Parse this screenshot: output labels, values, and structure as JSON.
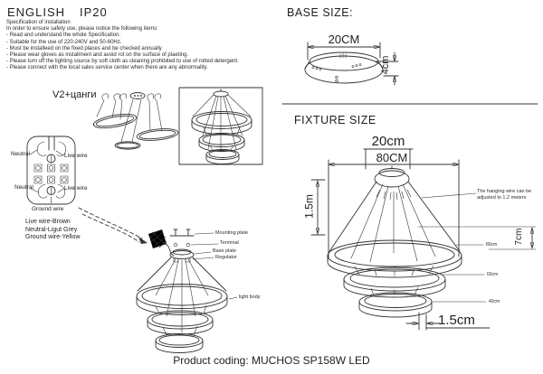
{
  "header": {
    "language": "ENGLISH",
    "ip_rating": "IP20"
  },
  "spec": {
    "title": "Specification of installation",
    "intro": "In order to ensure safety use, please notice the following items:",
    "items": [
      "- Read and understand the whole Specification.",
      "- Suitable for the use of 220-240V and 50-60Hz.",
      "- Must be installeed on the fixed places and be checked annually",
      "- Please wear gloves as installment and avoid rot on the surface of plaeting.",
      "- Please turn off the lighting source by soft cloth as cleaning prohibited to use of rotted detergent.",
      "- Please connect with the local sales service center when there are any abnormality."
    ]
  },
  "base_size": {
    "title": "BASE SIZE:",
    "width": "20CM",
    "height": "4cm"
  },
  "fixture_size": {
    "title": "FIXTURE SIZE",
    "canopy_width": "20cm",
    "overall_width": "80CM",
    "height": "1.5m",
    "ring_height": "7cm",
    "hanging_note": "The hanging wire can be adjusted to 1.2 meters",
    "ring_diameters": [
      "80cm",
      "60cm",
      "40cm"
    ],
    "ring_thickness": "1.5cm"
  },
  "variant_label": "V2+цанги",
  "wiring": {
    "terminals": {
      "top_left": "Neutral",
      "top_right": "Live wire",
      "bottom_left": "Neutral",
      "bottom_right": "Live wire",
      "ground": "Ground wire"
    },
    "legend": [
      "Live wire-Brown",
      "Neutral-Ligut Grey",
      "Ground wire-Yellow"
    ]
  },
  "assembly": {
    "labels": [
      "Mounting plate",
      "Terminal",
      "Base plate",
      "Regulator",
      "light body"
    ]
  },
  "footer": {
    "product_coding": "Product coding: MUCHOS SP158W LED"
  },
  "colors": {
    "line": "#333333",
    "text": "#1e1e1e",
    "background": "#ffffff"
  }
}
